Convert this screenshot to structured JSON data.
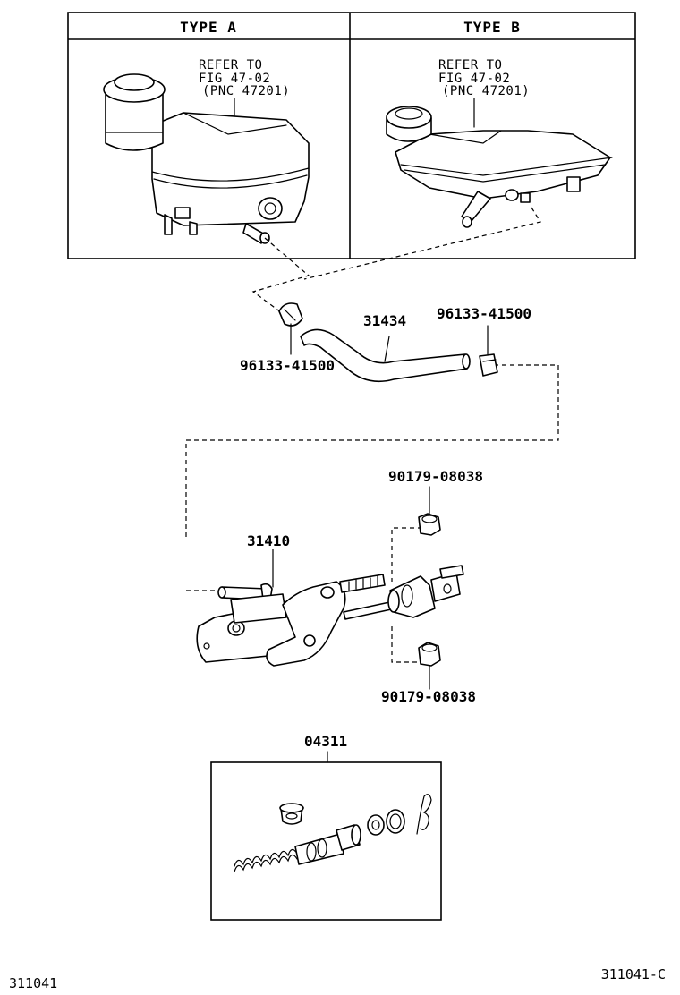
{
  "type_table": {
    "type_a": {
      "header": "TYPE A",
      "refer_line1": "REFER TO",
      "refer_line2": "FIG 47-02",
      "refer_line3": "(PNC 47201)"
    },
    "type_b": {
      "header": "TYPE B",
      "refer_line1": "REFER TO",
      "refer_line2": "FIG 47-02",
      "refer_line3": "(PNC 47201)"
    }
  },
  "callouts": {
    "hose": "31434",
    "clip_left": "96133-41500",
    "clip_right": "96133-41500",
    "master_cylinder": "31410",
    "nut_top": "90179-08038",
    "nut_bottom": "90179-08038",
    "repair_kit": "04311"
  },
  "footer": {
    "figure_code_left": "311041",
    "figure_code_right": "311041-C"
  }
}
